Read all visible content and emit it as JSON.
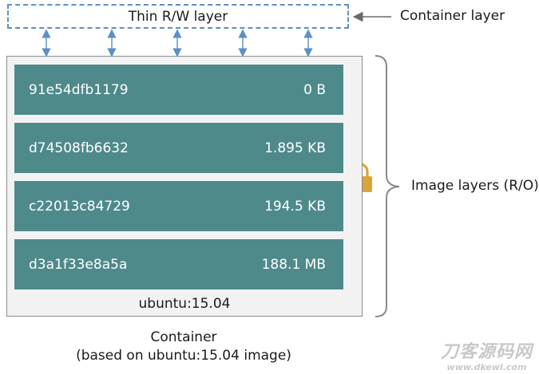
{
  "container_layer": {
    "box_label": "Thin R/W layer",
    "side_label": "Container layer"
  },
  "image_layers": {
    "side_label": "Image layers (R/O)",
    "layers": [
      {
        "id": "91e54dfb1179",
        "size": "0 B"
      },
      {
        "id": "d74508fb6632",
        "size": "1.895 KB"
      },
      {
        "id": "c22013c84729",
        "size": "194.5 KB"
      },
      {
        "id": "d3a1f33e8a5a",
        "size": "188.1 MB"
      }
    ],
    "base_image": "ubuntu:15.04"
  },
  "caption": {
    "line1": "Container",
    "line2": "(based on ubuntu:15.04 image)"
  },
  "watermark": {
    "top": "刀客源码网",
    "bottom": "www.dkewl.com"
  },
  "colors": {
    "layer_fill": "#4f8a8b",
    "rw_border": "#5b8fc7",
    "arrow": "#5b8fc7",
    "lock": "#d9a53a"
  },
  "icons": {
    "lock": "lock-icon"
  }
}
